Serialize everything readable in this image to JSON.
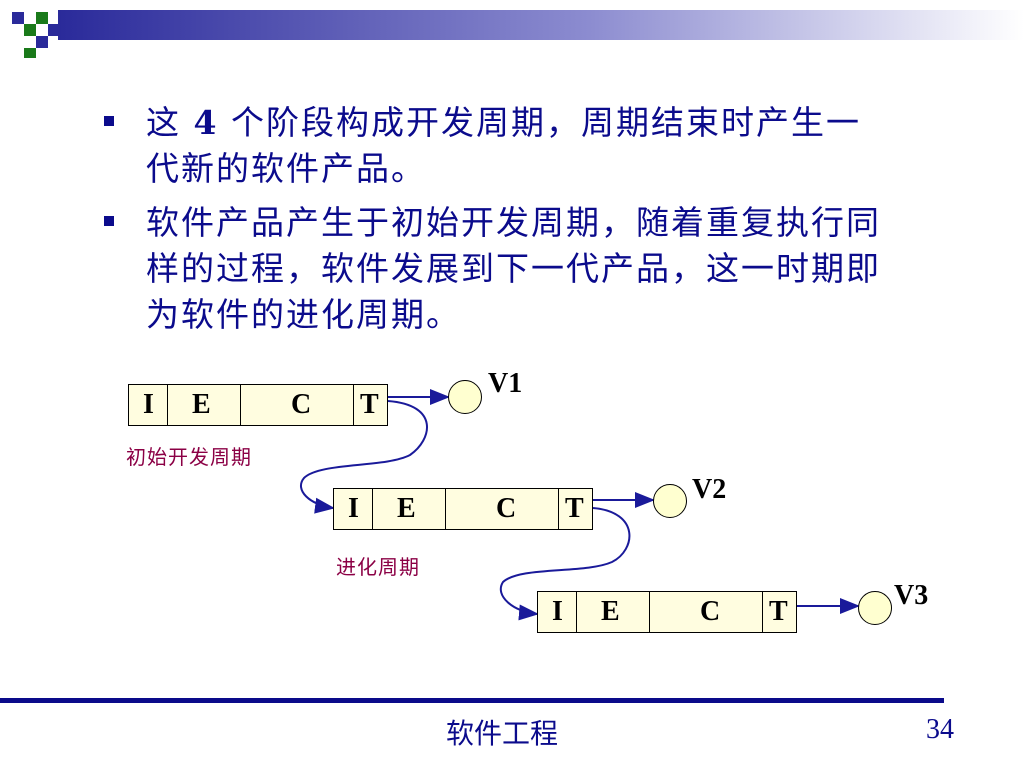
{
  "bullets": [
    {
      "pre": "这 ",
      "bold": "4",
      "post": " 个阶段构成开发周期，周期结束时产生一代新的软件产品。"
    },
    {
      "pre": "软件产品产生于初始开发周期，随着重复执行同样的过程，软件发展到下一代产品，这一时期即为软件的进化周期。"
    }
  ],
  "cycles": [
    {
      "phases": [
        "I",
        "E",
        "C",
        "T"
      ],
      "version": "V1",
      "caption": "初始开发周期"
    },
    {
      "phases": [
        "I",
        "E",
        "C",
        "T"
      ],
      "version": "V2",
      "caption": "进化周期"
    },
    {
      "phases": [
        "I",
        "E",
        "C",
        "T"
      ],
      "version": "V3"
    }
  ],
  "footer": {
    "title": "软件工程",
    "page": "34"
  },
  "colors": {
    "text": "#0b0b8c",
    "caption": "#8b0045",
    "box_fill": "#fffde0",
    "node_fill": "#ffffd0",
    "connector": "#1a1a9a"
  }
}
